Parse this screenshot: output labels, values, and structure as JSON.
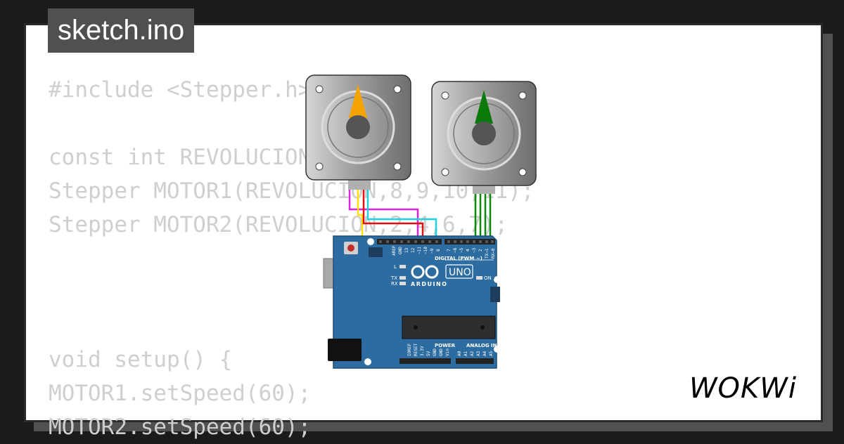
{
  "project": {
    "filename": "sketch.ino"
  },
  "code": {
    "lines": [
      "#include <Stepper.h>",
      "",
      "const int REVOLUCION = 200;",
      "Stepper MOTOR1(REVOLUCION,8,9,10,11);",
      "Stepper MOTOR2(REVOLUCION,2,4,6,7);",
      "",
      "",
      "",
      "void setup() {",
      "MOTOR1.setSpeed(60);",
      "MOTOR2.setSpeed(60);"
    ]
  },
  "board": {
    "name": "UNO",
    "brand": "ARDUINO",
    "digital_label": "DIGITAL (PWM ~)",
    "power_label": "POWER",
    "analog_label": "ANALOG IN",
    "on_label": "ON",
    "led_l": "L",
    "led_tx": "TX",
    "led_rx": "RX",
    "top_pins_left": [
      "AREF",
      "GND",
      "13",
      "12",
      "~11",
      "~10",
      "~9",
      "8"
    ],
    "top_pins_right": [
      "7",
      "~6",
      "~5",
      "4",
      "~3",
      "2",
      "TX→1",
      "RX←0"
    ],
    "power_pins": [
      "IOREF",
      "RESET",
      "3.3V",
      "5V",
      "GND",
      "GND",
      "Vin"
    ],
    "analog_pins": [
      "A0",
      "A1",
      "A2",
      "A3",
      "A4",
      "A5"
    ],
    "color": "#2c6ca0"
  },
  "motors": [
    {
      "id": "motor1",
      "indicator_color": "#f5a300"
    },
    {
      "id": "motor2",
      "indicator_color": "#0a7a0a"
    }
  ],
  "wires": {
    "colors": [
      "#e020e0",
      "#ffe000",
      "#20d0e0",
      "#e01010",
      "#0a8a0a"
    ]
  },
  "brand": {
    "logo": "WOKWi"
  }
}
